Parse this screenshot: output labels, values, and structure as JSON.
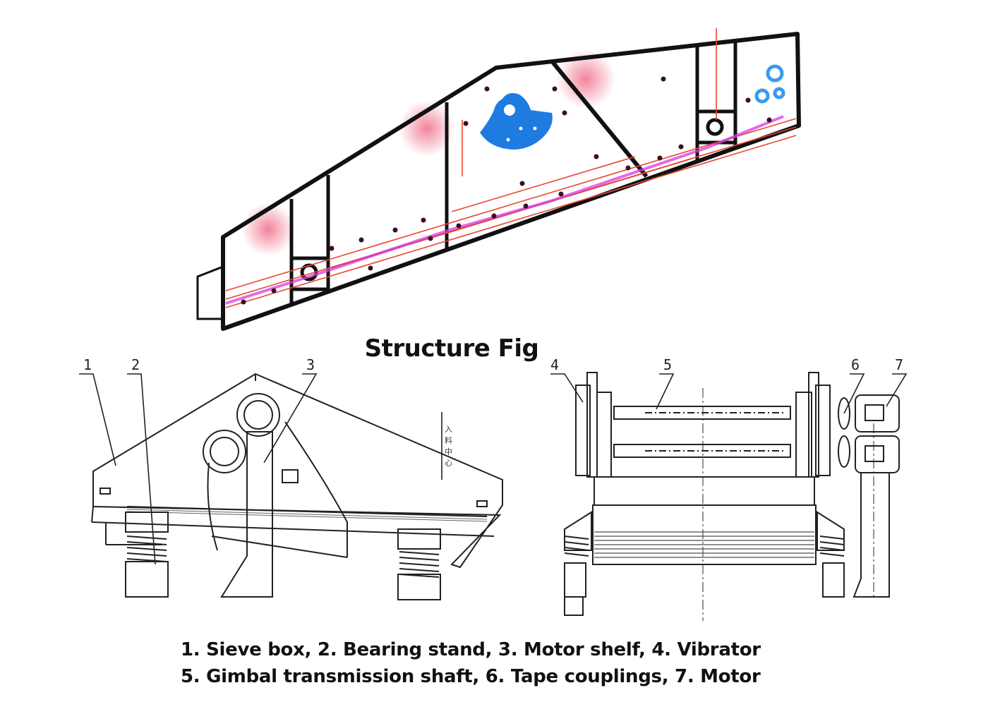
{
  "title": "Structure Fig",
  "legend": {
    "line1": "1. Sieve box,  2. Bearing stand, 3. Motor shelf,  4. Vibrator",
    "line2": "5. Gimbal transmission shaft, 6. Tape couplings, 7. Motor"
  },
  "part_numbers": [
    "1",
    "2",
    "3",
    "4",
    "5",
    "6",
    "7"
  ],
  "side_note_glyphs": [
    "入",
    "料",
    "中",
    "心"
  ],
  "colors": {
    "outline": "#111111",
    "accent_red": "#e8462e",
    "accent_magenta": "#d63ae0",
    "accent_blue": "#1e7be0",
    "glow_pink": "#f06d87"
  }
}
